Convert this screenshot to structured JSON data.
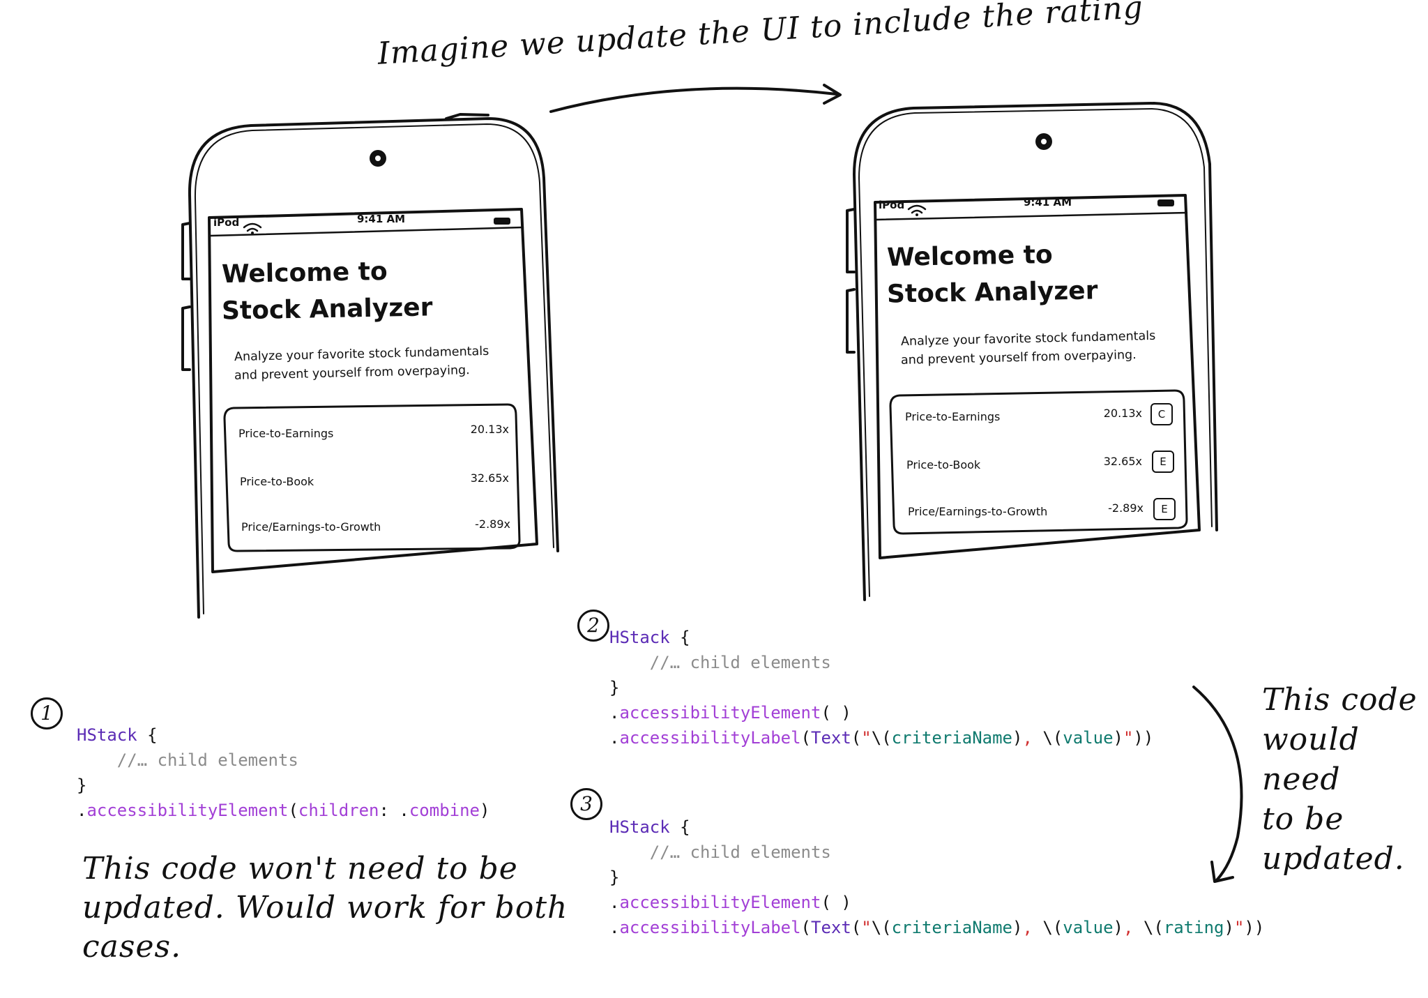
{
  "headline": "Imagine we update the UI to include the rating",
  "phones": [
    {
      "status": {
        "carrier": "iPod",
        "time": "9:41 AM"
      },
      "title": [
        "Welcome to",
        "Stock Analyzer"
      ],
      "subtitle": [
        "Analyze your favorite stock fundamentals",
        "and prevent yourself from overpaying."
      ],
      "rows": [
        {
          "name": "Price-to-Earnings",
          "value": "20.13x"
        },
        {
          "name": "Price-to-Book",
          "value": "32.65x"
        },
        {
          "name": "Price/Earnings-to-Growth",
          "value": "-2.89x"
        }
      ]
    },
    {
      "status": {
        "carrier": "iPod",
        "time": "9:41 AM"
      },
      "title": [
        "Welcome to",
        "Stock Analyzer"
      ],
      "subtitle": [
        "Analyze your favorite stock fundamentals",
        "and prevent yourself from overpaying."
      ],
      "rows": [
        {
          "name": "Price-to-Earnings",
          "value": "20.13x",
          "rating": "C"
        },
        {
          "name": "Price-to-Book",
          "value": "32.65x",
          "rating": "E"
        },
        {
          "name": "Price/Earnings-to-Growth",
          "value": "-2.89x",
          "rating": "E"
        }
      ]
    }
  ],
  "steps": {
    "one": "1",
    "two": "2",
    "three": "3"
  },
  "code": {
    "hstack": "HStack",
    "open_brace": " {",
    "comment": "//… child elements",
    "close_brace": "}",
    "dot": ".",
    "accessibilityElement": "accessibilityElement",
    "accessibilityLabel": "accessibilityLabel",
    "children": "children",
    "combine": "combine",
    "text": "Text",
    "criteriaName": "criteriaName",
    "value": "value",
    "rating": "rating"
  },
  "notes": {
    "left": "This code won't need to be\nupdated. Would work for both\ncases.",
    "right": "This code\nwould need\nto be\nupdated."
  },
  "colors": {
    "keyword": "#5b2bb5",
    "function": "#a23fd6",
    "comment": "#8b8b8b",
    "variable": "#0f7a6e",
    "punctuation_red": "#d12f2f"
  },
  "icons": [
    "camera-icon",
    "wifi-icon",
    "battery-icon",
    "curved-arrow-icon"
  ]
}
